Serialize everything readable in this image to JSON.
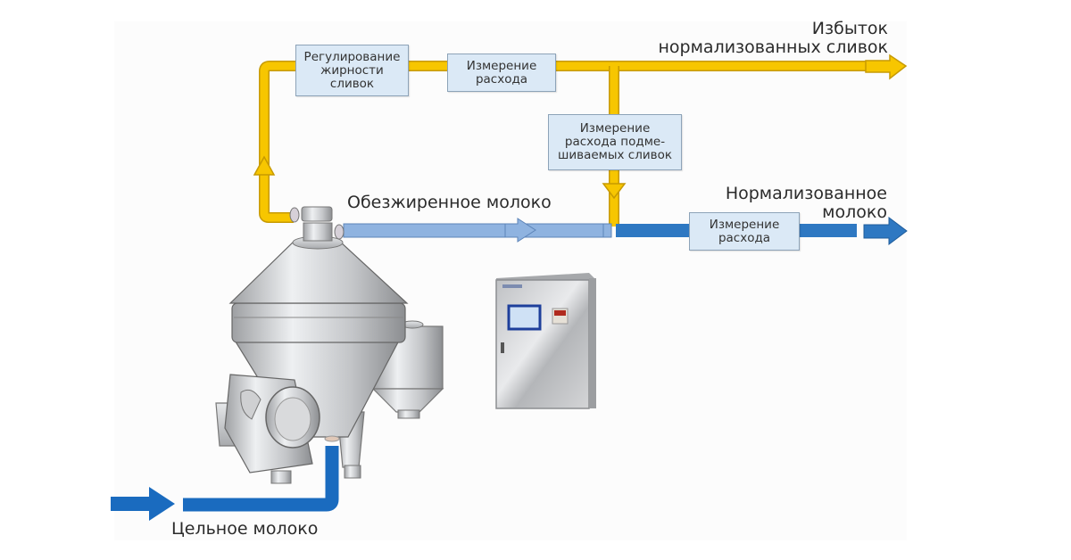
{
  "title": "Нормализация молока",
  "flows": {
    "whole_milk": "Цельное молоко",
    "skim_milk": "Обезжиренное молоко",
    "normalized_milk": "Нормализованное\nмолоко",
    "excess_cream": "Избыток\nнормализованных сливок"
  },
  "boxes": {
    "cream_fat_control": "Регулирование\nжирности\nсливок",
    "cream_flow_measure": "Измерение\nрасхода",
    "mixed_cream_flow_measure": "Измерение\nрасхода подме-\nшиваемых сливок",
    "milk_flow_measure": "Измерение\nрасхода"
  },
  "colors": {
    "cream_pipe": "#f7c600",
    "cream_pipe_edge": "#c79a00",
    "skim_pipe": "#8fb3e0",
    "milk_pipe": "#2e78c2",
    "whole_milk_pipe": "#1a6bbf",
    "box_fill": "#dbe9f6",
    "steel": "#c9cacc"
  },
  "equipment": {
    "separator": "separator",
    "control_cabinet": "control-cabinet"
  }
}
